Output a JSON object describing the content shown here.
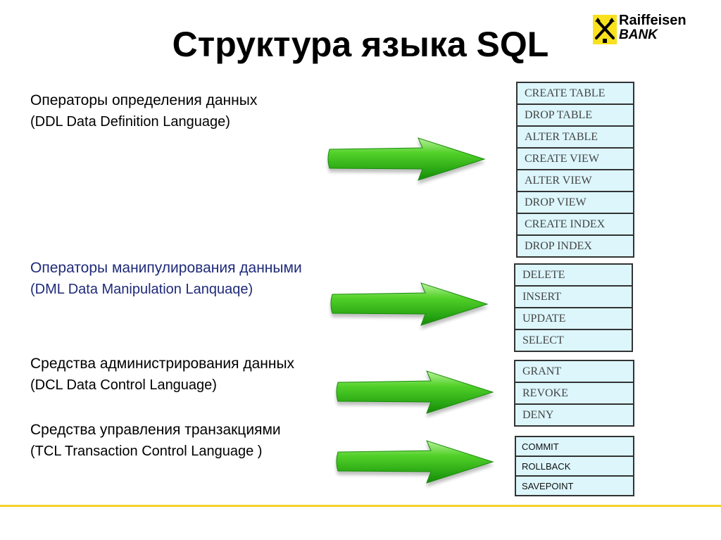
{
  "slide": {
    "title": "Структура языка SQL"
  },
  "logo": {
    "line1": "Raiffeisen",
    "line2": "BANK",
    "brand_color": "#f9e21d"
  },
  "operators": [
    {
      "name": "Операторы определения данных",
      "subtitle": "(DDL Data Definition Language)",
      "commands": [
        "CREATE TABLE",
        "DROP TABLE",
        "ALTER TABLE",
        "CREATE VIEW",
        "ALTER VIEW",
        "DROP VIEW",
        "CREATE INDEX",
        "DROP INDEX"
      ]
    },
    {
      "name": "Операторы манипулирования данными",
      "subtitle": "(DML Data Manipulation Lanquaqe)",
      "commands": [
        "DELETE",
        "INSERT",
        "UPDATE",
        "SELECT"
      ]
    },
    {
      "name": "Средства администрирования данных",
      "subtitle": "(DCL Data Control Language)",
      "commands": [
        "GRANT",
        "REVOKE",
        "DENY"
      ]
    },
    {
      "name": "Средства управления транзакциями",
      "subtitle": "(TCL Transaction Control Language )",
      "commands": [
        "COMMIT",
        "ROLLBACK",
        "SAVEPOINT"
      ]
    }
  ],
  "colors": {
    "table_fill": "#dcf6fc",
    "table_border": "#333333",
    "arrow_green": "#3fc41a",
    "highlight_text": "#1f2a7a",
    "footer_line": "#f4d12a"
  },
  "icons": {
    "arrow": "green-right-arrow",
    "logo_mark": "raiffeisen-crossed-horse-heads"
  }
}
